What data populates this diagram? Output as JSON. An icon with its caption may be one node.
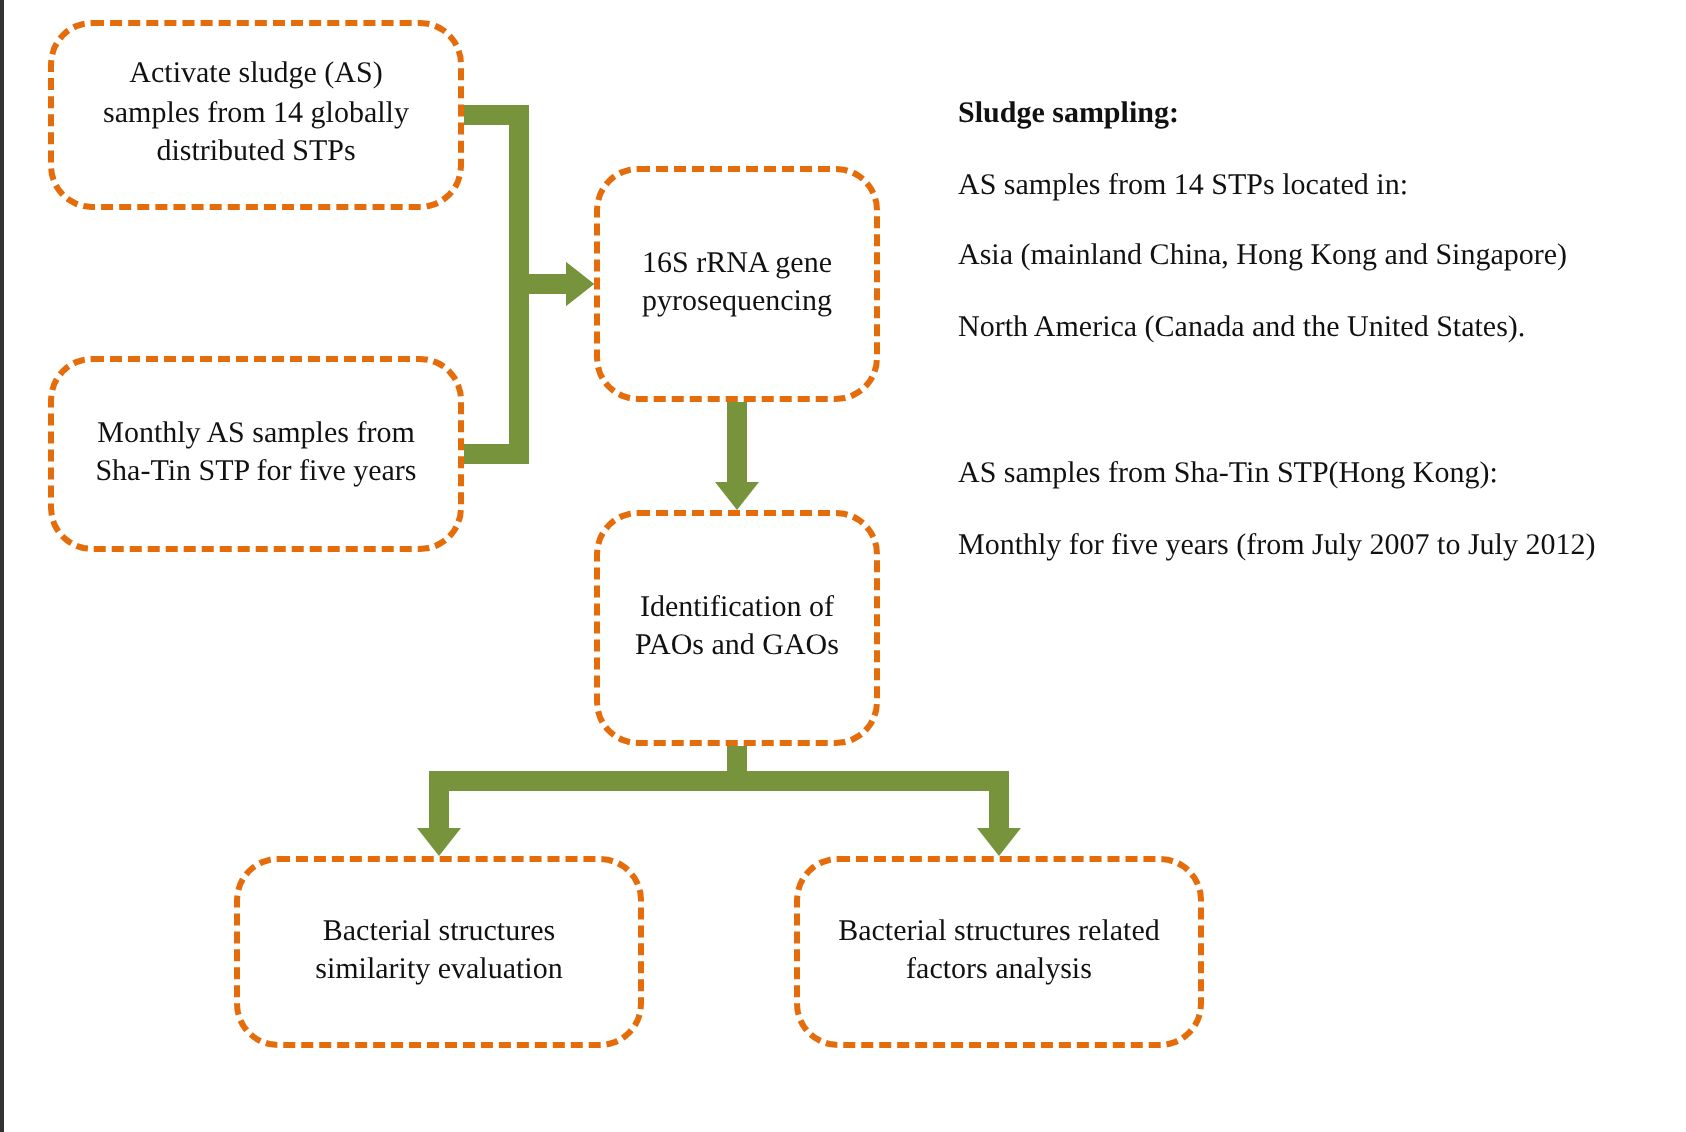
{
  "diagram": {
    "nodes": [
      {
        "text": [
          "Activate sludge (AS) samples from 14 globally distributed STPs"
        ]
      },
      {
        "text": [
          "Monthly AS samples from Sha-Tin STP for five years"
        ]
      },
      {
        "text": [
          "16S rRNA gene pyrosequencing"
        ]
      },
      {
        "text": [
          "Identification of PAOs and GAOs"
        ]
      },
      {
        "text": [
          "Bacterial structures similarity evaluation"
        ]
      },
      {
        "text": [
          "Bacterial structures related factors analysis"
        ]
      }
    ],
    "edges": [
      {
        "from": 0,
        "to": 2,
        "arrow": "to"
      },
      {
        "from": 1,
        "to": 2,
        "arrow": "to"
      },
      {
        "from": 2,
        "to": 3,
        "arrow": "to"
      },
      {
        "from": 3,
        "to": 4,
        "arrow": "to"
      },
      {
        "from": 3,
        "to": 5,
        "arrow": "to"
      }
    ],
    "labels": [
      "Sludge sampling:",
      "AS samples from 14 STPs located in:",
      "Asia (mainland China, Hong Kong and Singapore)",
      "North America (Canada and the United States).",
      "AS samples from Sha-Tin STP(Hong Kong):",
      "Monthly for five years (from July 2007 to July 2012)"
    ]
  }
}
